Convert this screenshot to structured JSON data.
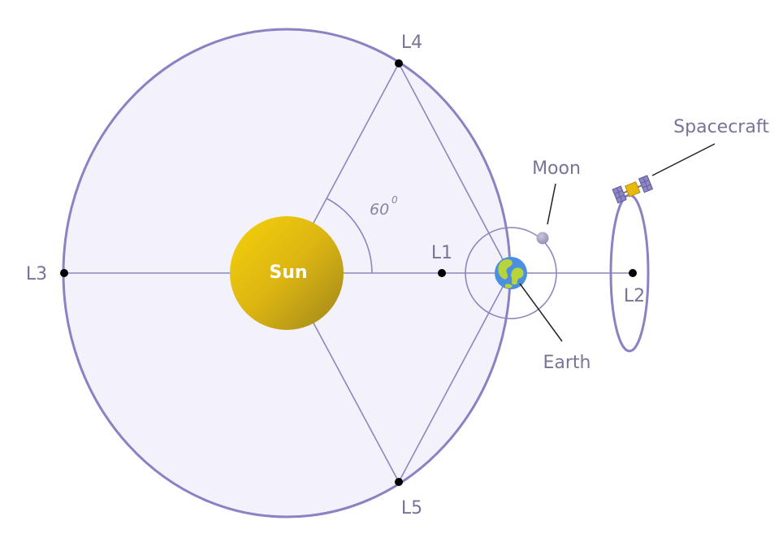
{
  "diagram": {
    "lagrange_points": {
      "l1": "L1",
      "l2": "L2",
      "l3": "L3",
      "l4": "L4",
      "l5": "L5"
    },
    "bodies": {
      "sun": "Sun",
      "earth": "Earth",
      "moon": "Moon",
      "spacecraft": "Spacecraft"
    },
    "angle_label": "60",
    "angle_superscript": "0"
  },
  "colors": {
    "orbit_stroke": "#8b82c4",
    "orbit_fill": "#f3f2fb",
    "sun_light": "#f0cc10",
    "sun_dark": "#a88a18",
    "label_text": "#7a7398"
  }
}
